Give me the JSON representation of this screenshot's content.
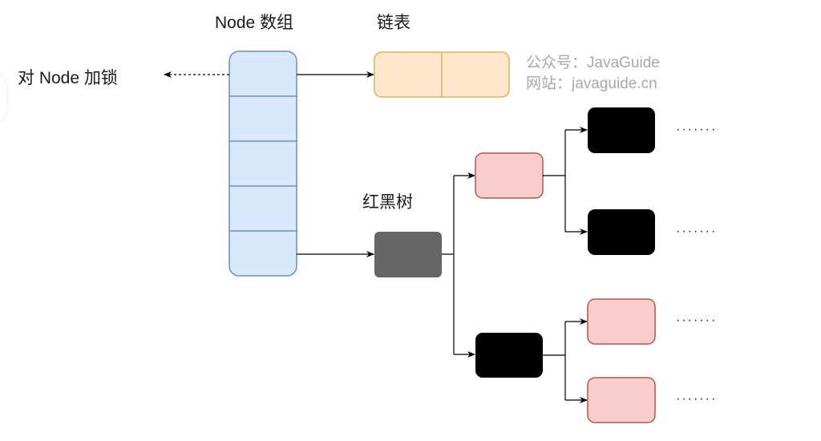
{
  "diagram": {
    "labels": {
      "node_array": "Node 数组",
      "linked_list": "链表",
      "red_black_tree": "红黑树",
      "lock_node": "对 Node 加锁"
    },
    "watermark": {
      "line1": "公众号：JavaGuide",
      "line2": "网站：javaguide.cn"
    },
    "node_array": {
      "slots": 5,
      "fill": "#dae8fc",
      "stroke": "#6c8ebf"
    },
    "linked_list": {
      "cells": 2,
      "fill": "#ffe6cc",
      "stroke": "#d6b656"
    },
    "tree": {
      "root": {
        "color": "gray",
        "fill": "#666666"
      },
      "level1": [
        {
          "color": "red",
          "fill": "#f8cecc",
          "stroke": "#b85450"
        },
        {
          "color": "black",
          "fill": "#000000"
        }
      ],
      "level2": [
        {
          "color": "black",
          "fill": "#000000"
        },
        {
          "color": "black",
          "fill": "#000000"
        },
        {
          "color": "red",
          "fill": "#f8cecc",
          "stroke": "#b85450"
        },
        {
          "color": "red",
          "fill": "#f8cecc",
          "stroke": "#b85450"
        }
      ],
      "continuation": "·······"
    }
  }
}
